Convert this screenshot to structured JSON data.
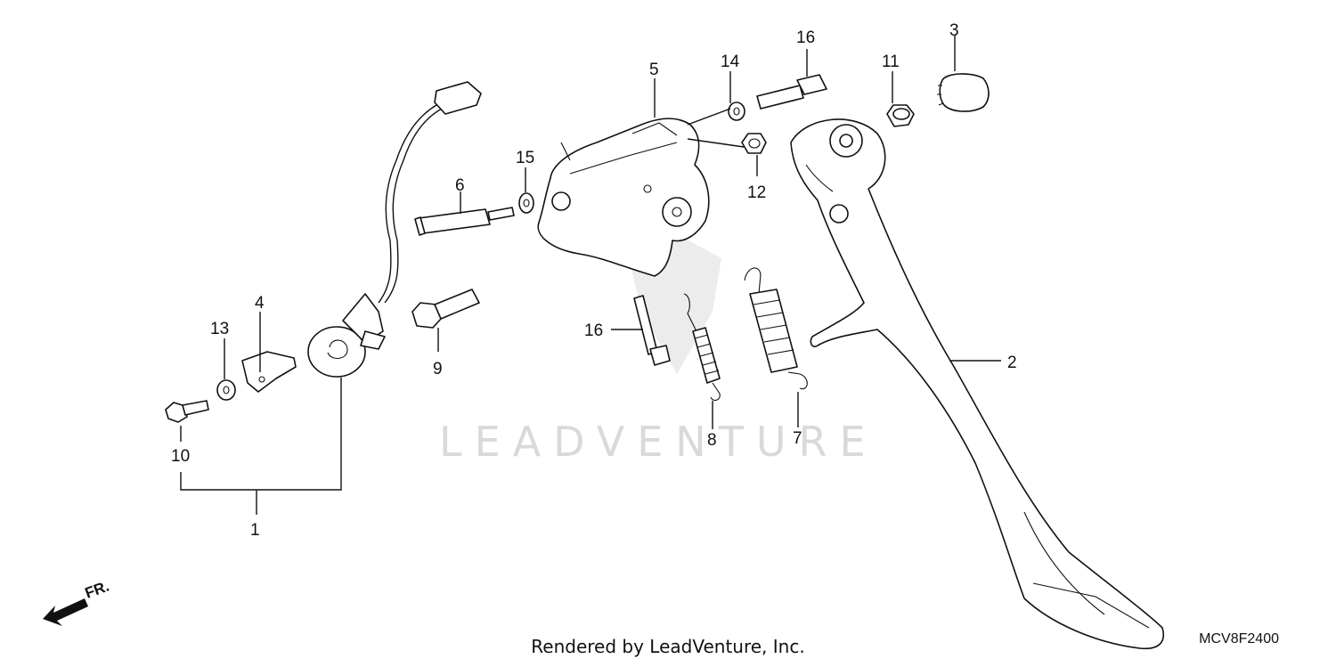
{
  "diagram": {
    "callouts": [
      "1",
      "2",
      "3",
      "4",
      "5",
      "6",
      "7",
      "8",
      "9",
      "10",
      "11",
      "12",
      "13",
      "14",
      "15",
      "16",
      "16"
    ],
    "direction_label": "FR.",
    "watermark": "LEADVENTURE",
    "footer": "Rendered by LeadVenture, Inc.",
    "diagram_code": "MCV8F2400"
  }
}
